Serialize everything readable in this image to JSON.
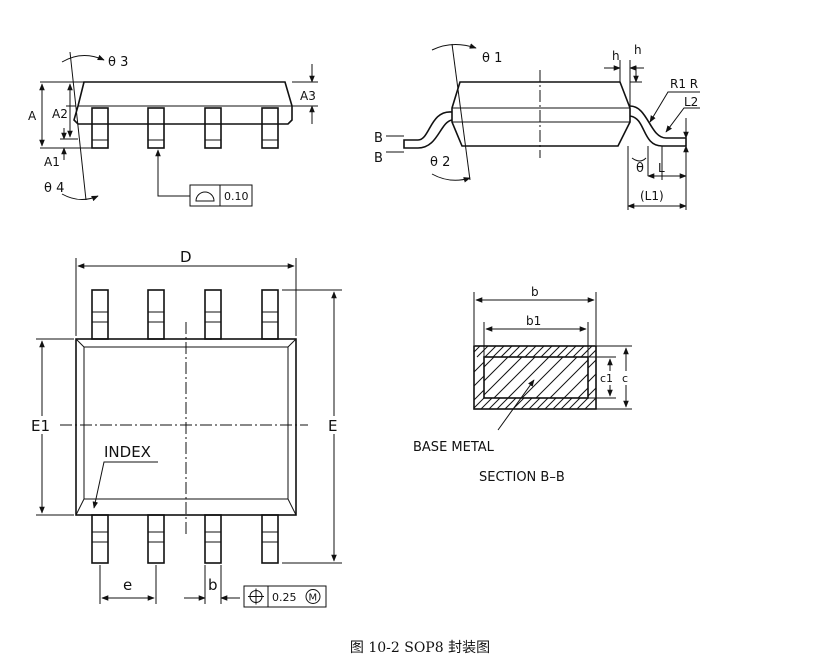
{
  "side_view_left": {
    "theta3": "θ 3",
    "theta4": "θ 4",
    "a": "A",
    "a1": "A1",
    "a2": "A2",
    "a3": "A3",
    "flatness_tol": "0.10"
  },
  "side_view_right": {
    "theta1": "θ 1",
    "theta2": "θ 2",
    "theta": "θ",
    "h1": "h",
    "h2": "h",
    "r1r": "R1 R",
    "l2": "L2",
    "l": "L",
    "l1": "(L1)",
    "b_top": "B",
    "b_bottom": "B"
  },
  "top_view": {
    "d": "D",
    "e1": "E1",
    "e": "E",
    "index": "INDEX",
    "pitch": "e",
    "lead_width": "b",
    "position_tol": "0.25",
    "mmc": "M"
  },
  "section": {
    "b": "b",
    "b1": "b1",
    "c1": "c1",
    "c": "c",
    "base_metal": "BASE METAL",
    "title": "SECTION B–B"
  },
  "caption": "图  10-2 SOP8 封装图"
}
